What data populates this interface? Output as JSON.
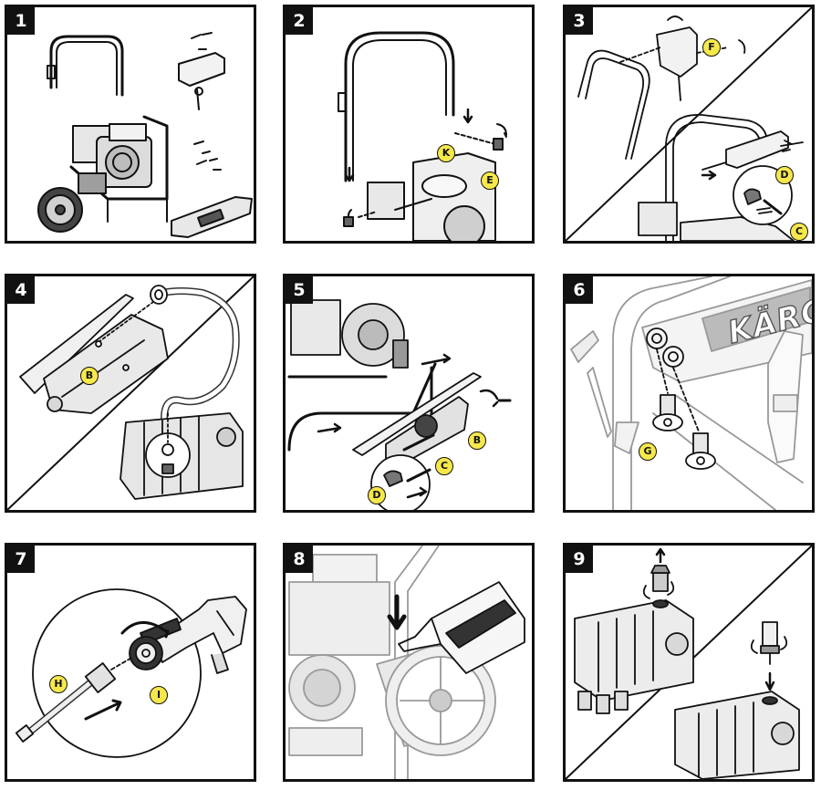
{
  "figure": {
    "accent_color": "#f6e84a",
    "line_color": "#111111",
    "panels": [
      {
        "number": "1",
        "callouts": []
      },
      {
        "number": "2",
        "callouts": [
          "K",
          "E"
        ]
      },
      {
        "number": "3",
        "callouts": [
          "F",
          "D",
          "C"
        ]
      },
      {
        "number": "4",
        "callouts": [
          "B"
        ]
      },
      {
        "number": "5",
        "callouts": [
          "B",
          "C",
          "D"
        ]
      },
      {
        "number": "6",
        "logo_text": "KÄRCHER",
        "callouts": [
          "G"
        ]
      },
      {
        "number": "7",
        "callouts": [
          "H",
          "I"
        ]
      },
      {
        "number": "8",
        "callouts": []
      },
      {
        "number": "9",
        "callouts": []
      }
    ]
  }
}
